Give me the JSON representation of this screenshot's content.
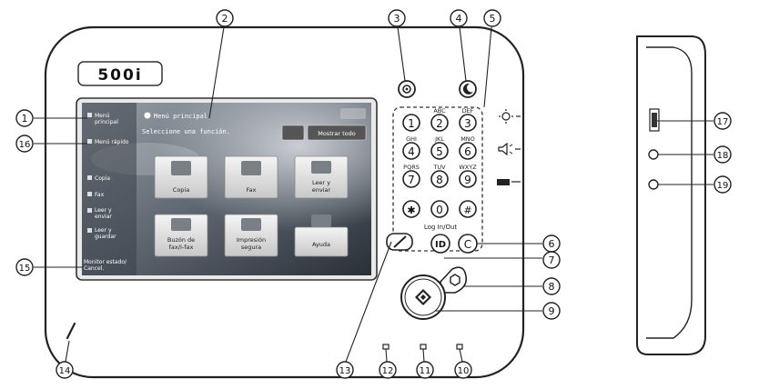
{
  "diagram_title": "",
  "panel": {
    "model_label": "500i",
    "screen": {
      "header_title": "Menú principal",
      "prompt": "Seleccione una función.",
      "show_all_button": "Mostrar todo",
      "sidebar": [
        {
          "label1": "Menú",
          "label2": "principal"
        },
        {
          "label1": "Menú rápido",
          "label2": ""
        },
        {
          "label1": "Copia",
          "label2": ""
        },
        {
          "label1": "Fax",
          "label2": ""
        },
        {
          "label1": "Leer y",
          "label2": "enviar"
        },
        {
          "label1": "Leer y",
          "label2": "guardar"
        }
      ],
      "sidebar_bottom": {
        "label1": "Monitor estado/",
        "label2": "Cancel."
      },
      "tiles": [
        {
          "label1": "Copia",
          "label2": ""
        },
        {
          "label1": "Fax",
          "label2": ""
        },
        {
          "label1": "Leer y",
          "label2": "enviar"
        },
        {
          "label1": "Buzón de",
          "label2": "fax/I-fax"
        },
        {
          "label1": "Impresión",
          "label2": "segura"
        },
        {
          "label1": "Ayuda",
          "label2": ""
        }
      ]
    },
    "keypad": {
      "keys": [
        {
          "digit": "1",
          "letters": ""
        },
        {
          "digit": "2",
          "letters": "ABC"
        },
        {
          "digit": "3",
          "letters": "DEF"
        },
        {
          "digit": "4",
          "letters": "GHI"
        },
        {
          "digit": "5",
          "letters": "JKL"
        },
        {
          "digit": "6",
          "letters": "MNO"
        },
        {
          "digit": "7",
          "letters": "PQRS"
        },
        {
          "digit": "8",
          "letters": "TUV"
        },
        {
          "digit": "9",
          "letters": "WXYZ"
        },
        {
          "digit": "✱",
          "letters": ""
        },
        {
          "digit": "0",
          "letters": ""
        },
        {
          "digit": "#",
          "letters": ""
        }
      ]
    },
    "log_in_out_label": "Log In/Out",
    "id_key_label": "ID",
    "clear_key_label": "C"
  },
  "callouts": [
    "1",
    "2",
    "3",
    "4",
    "5",
    "6",
    "7",
    "8",
    "9",
    "10",
    "11",
    "12",
    "13",
    "14",
    "15",
    "16",
    "17",
    "18",
    "19"
  ],
  "icons": {
    "brightness": "sun-icon",
    "volume": "speaker-icon",
    "battery": "battery-icon",
    "settings": "gear-icon",
    "energy_saver": "moon-icon",
    "start": "diamond-start-icon",
    "stop": "stop-icon",
    "reset": "slash-icon",
    "stylus": "pen-icon"
  }
}
